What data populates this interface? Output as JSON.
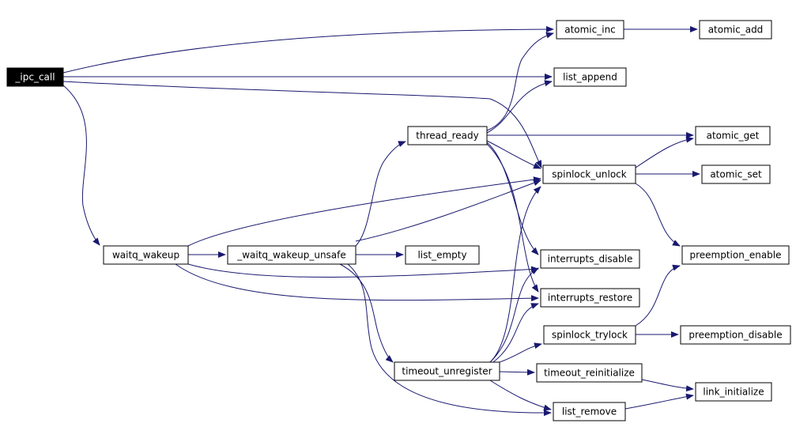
{
  "graph": {
    "colors": {
      "edge": "#191970",
      "node_border": "#000000",
      "root_fill": "#000000",
      "root_text": "#ffffff"
    },
    "root": "_ipc_call",
    "nodes": [
      {
        "id": "ipc_call",
        "label": "_ipc_call"
      },
      {
        "id": "atomic_inc",
        "label": "atomic_inc"
      },
      {
        "id": "atomic_add",
        "label": "atomic_add"
      },
      {
        "id": "list_append",
        "label": "list_append"
      },
      {
        "id": "thread_ready",
        "label": "thread_ready"
      },
      {
        "id": "atomic_get",
        "label": "atomic_get"
      },
      {
        "id": "spinlock_unlock",
        "label": "spinlock_unlock"
      },
      {
        "id": "atomic_set",
        "label": "atomic_set"
      },
      {
        "id": "waitq_wakeup",
        "label": "waitq_wakeup"
      },
      {
        "id": "waitq_wakeup_unsafe",
        "label": "_waitq_wakeup_unsafe"
      },
      {
        "id": "list_empty",
        "label": "list_empty"
      },
      {
        "id": "interrupts_disable",
        "label": "interrupts_disable"
      },
      {
        "id": "preemption_enable",
        "label": "preemption_enable"
      },
      {
        "id": "interrupts_restore",
        "label": "interrupts_restore"
      },
      {
        "id": "spinlock_trylock",
        "label": "spinlock_trylock"
      },
      {
        "id": "preemption_disable",
        "label": "preemption_disable"
      },
      {
        "id": "timeout_unregister",
        "label": "timeout_unregister"
      },
      {
        "id": "timeout_reinitialize",
        "label": "timeout_reinitialize"
      },
      {
        "id": "link_initialize",
        "label": "link_initialize"
      },
      {
        "id": "list_remove",
        "label": "list_remove"
      }
    ],
    "edges": [
      [
        "ipc_call",
        "atomic_inc"
      ],
      [
        "ipc_call",
        "list_append"
      ],
      [
        "ipc_call",
        "spinlock_unlock"
      ],
      [
        "ipc_call",
        "waitq_wakeup"
      ],
      [
        "atomic_inc",
        "atomic_add"
      ],
      [
        "thread_ready",
        "atomic_inc"
      ],
      [
        "thread_ready",
        "list_append"
      ],
      [
        "thread_ready",
        "atomic_get"
      ],
      [
        "thread_ready",
        "spinlock_unlock"
      ],
      [
        "thread_ready",
        "interrupts_disable"
      ],
      [
        "thread_ready",
        "interrupts_restore"
      ],
      [
        "spinlock_unlock",
        "atomic_get"
      ],
      [
        "spinlock_unlock",
        "atomic_set"
      ],
      [
        "spinlock_unlock",
        "preemption_enable"
      ],
      [
        "waitq_wakeup",
        "waitq_wakeup_unsafe"
      ],
      [
        "waitq_wakeup",
        "spinlock_unlock"
      ],
      [
        "waitq_wakeup",
        "interrupts_disable"
      ],
      [
        "waitq_wakeup",
        "interrupts_restore"
      ],
      [
        "waitq_wakeup_unsafe",
        "thread_ready"
      ],
      [
        "waitq_wakeup_unsafe",
        "spinlock_unlock"
      ],
      [
        "waitq_wakeup_unsafe",
        "list_empty"
      ],
      [
        "waitq_wakeup_unsafe",
        "timeout_unregister"
      ],
      [
        "waitq_wakeup_unsafe",
        "list_remove"
      ],
      [
        "spinlock_trylock",
        "preemption_enable"
      ],
      [
        "spinlock_trylock",
        "preemption_disable"
      ],
      [
        "timeout_unregister",
        "spinlock_unlock"
      ],
      [
        "timeout_unregister",
        "interrupts_disable"
      ],
      [
        "timeout_unregister",
        "interrupts_restore"
      ],
      [
        "timeout_unregister",
        "spinlock_trylock"
      ],
      [
        "timeout_unregister",
        "timeout_reinitialize"
      ],
      [
        "timeout_unregister",
        "list_remove"
      ],
      [
        "timeout_reinitialize",
        "link_initialize"
      ],
      [
        "list_remove",
        "link_initialize"
      ]
    ]
  }
}
